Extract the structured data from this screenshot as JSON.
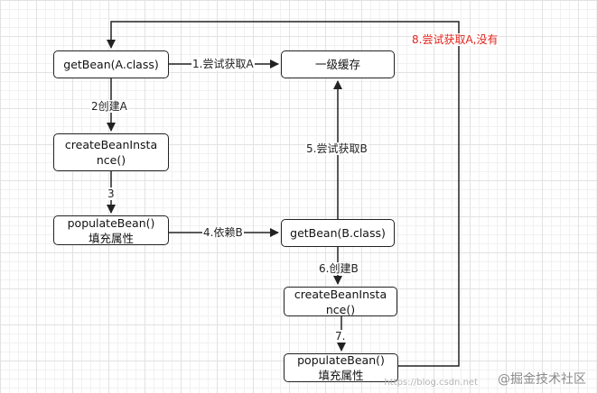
{
  "nodes": {
    "getbean_a": "getBean(A.class)",
    "level1_cache": "一级缓存",
    "create_a": "createBeanInsta\nnce()",
    "populate_a": "populateBean()\n填充属性",
    "getbean_b": "getBean(B.class)",
    "create_b": "createBeanInsta\nnce()",
    "populate_b": "populateBean()\n填充属性"
  },
  "edges": {
    "e1": "1.尝试获取A",
    "e2": "2创建A",
    "e3": "3",
    "e4": "4.依赖B",
    "e5": "5.尝试获取B",
    "e6": "6.创建B",
    "e7": "7.",
    "e8": "8.尝试获取A,没有"
  },
  "colors": {
    "highlight": "#e0231c",
    "stroke": "#222222"
  },
  "watermark": {
    "text": "@掘金技术社区",
    "faint": "https://blog.csdn.net"
  }
}
